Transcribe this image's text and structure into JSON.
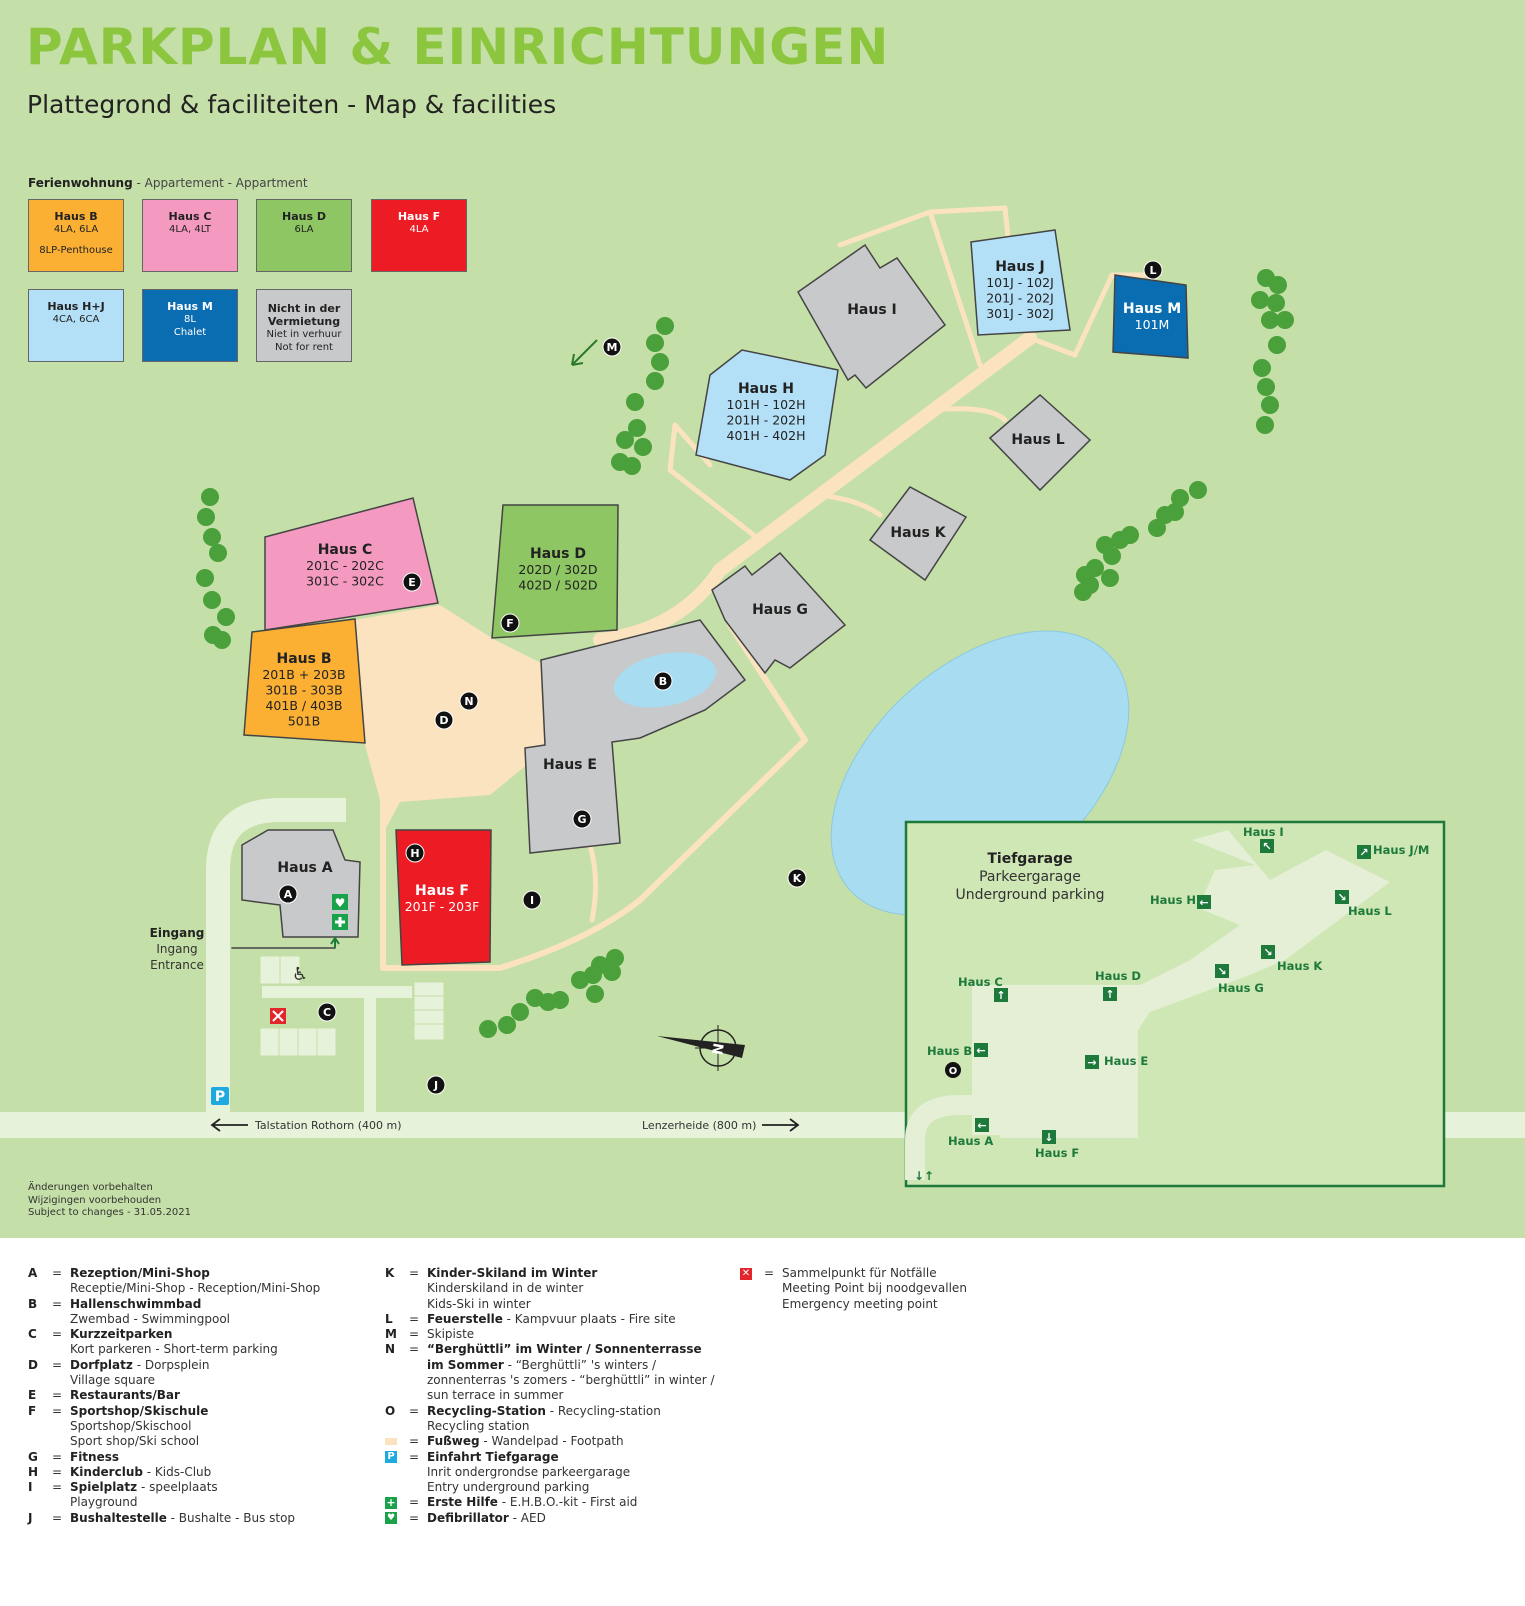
{
  "title": "PARKPLAN & EINRICHTUNGEN",
  "subtitle": "Plattegrond & faciliteiten - Map & facilities",
  "apartment_legend": {
    "heading_bold": "Ferienwohnung",
    "heading_rest": " - Appartement - Appartment",
    "items": [
      {
        "name": "Haus B",
        "lines": [
          "4LA, 6LA",
          "",
          "8LP-Penthouse"
        ],
        "color": "#fbb034",
        "text_color": "#222"
      },
      {
        "name": "Haus C",
        "lines": [
          "4LA, 4LT"
        ],
        "color": "#f49ac1",
        "text_color": "#222"
      },
      {
        "name": "Haus D",
        "lines": [
          "6LA"
        ],
        "color": "#8dc663",
        "text_color": "#222"
      },
      {
        "name": "Haus F",
        "lines": [
          "4LA"
        ],
        "color": "#ed1c24",
        "text_color": "#fff"
      },
      {
        "name": "Haus H+J",
        "lines": [
          "4CA, 6CA"
        ],
        "color": "#b3e0f7",
        "text_color": "#222"
      },
      {
        "name": "Haus M",
        "lines": [
          "8L",
          "Chalet"
        ],
        "color": "#0a6db2",
        "text_color": "#fff"
      },
      {
        "name": "Nicht in der Vermietung",
        "lines": [
          "Niet in verhuur",
          "Not for rent"
        ],
        "color": "#c8c9cb",
        "text_color": "#222"
      }
    ]
  },
  "buildings": [
    {
      "id": "C",
      "name": "Haus C",
      "units": [
        "201C - 202C",
        "301C - 302C"
      ],
      "color": "#f49ac1"
    },
    {
      "id": "B",
      "name": "Haus B",
      "units": [
        "201B + 203B",
        "301B - 303B",
        "401B / 403B",
        "501B"
      ],
      "color": "#fbb034"
    },
    {
      "id": "D",
      "name": "Haus D",
      "units": [
        "202D / 302D",
        "402D / 502D"
      ],
      "color": "#8dc663"
    },
    {
      "id": "E",
      "name": "Haus E",
      "units": [],
      "color": "#c8c9cb"
    },
    {
      "id": "G",
      "name": "Haus G",
      "units": [],
      "color": "#c8c9cb"
    },
    {
      "id": "F",
      "name": "Haus F",
      "units": [
        "201F - 203F"
      ],
      "color": "#ed1c24"
    },
    {
      "id": "A",
      "name": "Haus A",
      "units": [],
      "color": "#c8c9cb"
    },
    {
      "id": "H",
      "name": "Haus H",
      "units": [
        "101H - 102H",
        "201H - 202H",
        "401H - 402H"
      ],
      "color": "#b3e0f7"
    },
    {
      "id": "I",
      "name": "Haus I",
      "units": [],
      "color": "#c8c9cb"
    },
    {
      "id": "J",
      "name": "Haus J",
      "units": [
        "101J - 102J",
        "201J - 202J",
        "301J - 302J"
      ],
      "color": "#b3e0f7"
    },
    {
      "id": "M",
      "name": "Haus M",
      "units": [
        "101M"
      ],
      "color": "#0a6db2"
    },
    {
      "id": "L",
      "name": "Haus L",
      "units": [],
      "color": "#c8c9cb"
    },
    {
      "id": "K",
      "name": "Haus K",
      "units": [],
      "color": "#c8c9cb"
    }
  ],
  "markers": [
    "A",
    "B",
    "C",
    "D",
    "E",
    "F",
    "G",
    "H",
    "I",
    "J",
    "K",
    "L",
    "M",
    "N"
  ],
  "entrance": [
    "Eingang",
    "Ingang",
    "Entrance"
  ],
  "roads": {
    "left": "Talstation Rothorn (400 m)",
    "right": "Lenzerheide (800 m)"
  },
  "garage": {
    "title": "Tiefgarage",
    "lines": [
      "Parkeergarage",
      "Underground parking"
    ],
    "labels": [
      "Haus I",
      "Haus J/M",
      "Haus H",
      "Haus L",
      "Haus K",
      "Haus G",
      "Haus C",
      "Haus D",
      "Haus B",
      "Haus E",
      "Haus A",
      "Haus F"
    ],
    "marker": "O"
  },
  "notes": [
    "Änderungen vorbehalten",
    "Wijzigingen voorbehouden",
    "Subject to changes - 31.05.2021"
  ],
  "colors": {
    "background": "#c5dfa8",
    "title": "#8cc63f",
    "footpath": "#fbe3c0",
    "water": "#a8dcf0",
    "garage_border": "#1d7a3b",
    "tree": "#4aa03a"
  },
  "legend": [
    [
      {
        "key": "A",
        "bold": "Rezeption/Mini-Shop",
        "rest": "",
        "lines": [
          "Receptie/Mini-Shop - Reception/Mini-Shop"
        ]
      },
      {
        "key": "B",
        "bold": "Hallenschwimmbad",
        "rest": "",
        "lines": [
          "Zwembad - Swimmingpool"
        ]
      },
      {
        "key": "C",
        "bold": "Kurzzeitparken",
        "rest": "",
        "lines": [
          "Kort parkeren - Short-term parking"
        ]
      },
      {
        "key": "D",
        "bold": "Dorfplatz",
        "rest": " - Dorpsplein",
        "lines": [
          "Village square"
        ]
      },
      {
        "key": "E",
        "bold": "Restaurants/Bar",
        "rest": "",
        "lines": []
      },
      {
        "key": "F",
        "bold": "Sportshop/Skischule",
        "rest": "",
        "lines": [
          "Sportshop/Skischool",
          "Sport shop/Ski school"
        ]
      },
      {
        "key": "G",
        "bold": "Fitness",
        "rest": "",
        "lines": []
      },
      {
        "key": "H",
        "bold": "Kinderclub",
        "rest": " - Kids-Club",
        "lines": []
      },
      {
        "key": "I",
        "bold": "Spielplatz",
        "rest": " - speelplaats",
        "lines": [
          "Playground"
        ]
      },
      {
        "key": "J",
        "bold": "Bushaltestelle",
        "rest": " - Bushalte  - Bus stop",
        "lines": []
      }
    ],
    [
      {
        "key": "K",
        "bold": "Kinder-Skiland im Winter",
        "rest": "",
        "lines": [
          "Kinderskiland in de winter",
          "Kids-Ski in winter"
        ]
      },
      {
        "key": "L",
        "bold": "Feuerstelle",
        "rest": " - Kampvuur plaats - Fire site",
        "lines": []
      },
      {
        "key": "M",
        "bold": "",
        "rest": "Skipiste",
        "lines": []
      },
      {
        "key": "N",
        "bold": "“Berghüttli” im Winter / Sonnenterrasse im Sommer",
        "rest": " - “Berghüttli” 's winters / zonnenterras 's zomers - “berghüttli” in winter / sun terrace in summer",
        "lines": []
      },
      {
        "key": "O",
        "bold": "Recycling-Station",
        "rest": " - Recycling-station",
        "lines": [
          "Recycling station"
        ]
      },
      {
        "key": "",
        "icon": "footpath-swatch",
        "bold": "Fußweg",
        "rest": " - Wandelpad - Footpath",
        "lines": []
      },
      {
        "key": "",
        "icon": "parking-icon",
        "bold": "Einfahrt Tiefgarage",
        "rest": "",
        "lines": [
          "Inrit ondergrondse parkeergarage",
          "Entry underground parking"
        ]
      },
      {
        "key": "",
        "icon": "first-aid-icon",
        "bold": "Erste Hilfe",
        "rest": " - E.H.B.O.-kit - First aid",
        "lines": []
      },
      {
        "key": "",
        "icon": "defibrillator-icon",
        "bold": "Defibrillator",
        "rest": " - AED",
        "lines": []
      }
    ],
    [
      {
        "key": "",
        "icon": "assembly-point-icon",
        "bold": "",
        "rest": "Sammelpunkt für Notfälle",
        "lines": [
          "Meeting Point bij noodgevallen",
          "Emergency meeting point"
        ]
      }
    ]
  ]
}
